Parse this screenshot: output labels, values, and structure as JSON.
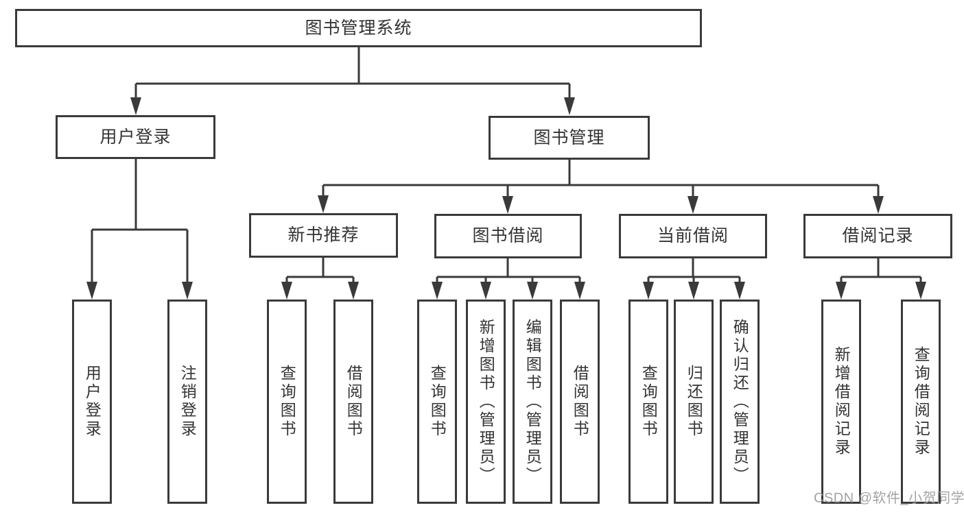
{
  "diagram": {
    "root": {
      "label": "图书管理系统"
    },
    "branches": [
      {
        "label": "用户登录",
        "leaves": [
          {
            "label": "用户登录"
          },
          {
            "label": "注销登录"
          }
        ]
      },
      {
        "label": "图书管理",
        "groups": [
          {
            "label": "新书推荐",
            "leaves": [
              {
                "label": "查询图书"
              },
              {
                "label": "借阅图书"
              }
            ]
          },
          {
            "label": "图书借阅",
            "leaves": [
              {
                "label": "查询图书"
              },
              {
                "label": "新增图书（管理员）"
              },
              {
                "label": "编辑图书（管理员）"
              },
              {
                "label": "借阅图书"
              }
            ]
          },
          {
            "label": "当前借阅",
            "leaves": [
              {
                "label": "查询图书"
              },
              {
                "label": "归还图书"
              },
              {
                "label": "确认归还（管理员）"
              }
            ]
          },
          {
            "label": "借阅记录",
            "leaves": [
              {
                "label": "新增借阅记录"
              },
              {
                "label": "查询借阅记录"
              }
            ]
          }
        ]
      }
    ]
  },
  "watermark": {
    "text": "CSDN @软件_小贺同学"
  },
  "colors": {
    "line": "#3a3a3a",
    "text": "#333333",
    "watermark": "#9e9e9e",
    "background": "#ffffff"
  }
}
